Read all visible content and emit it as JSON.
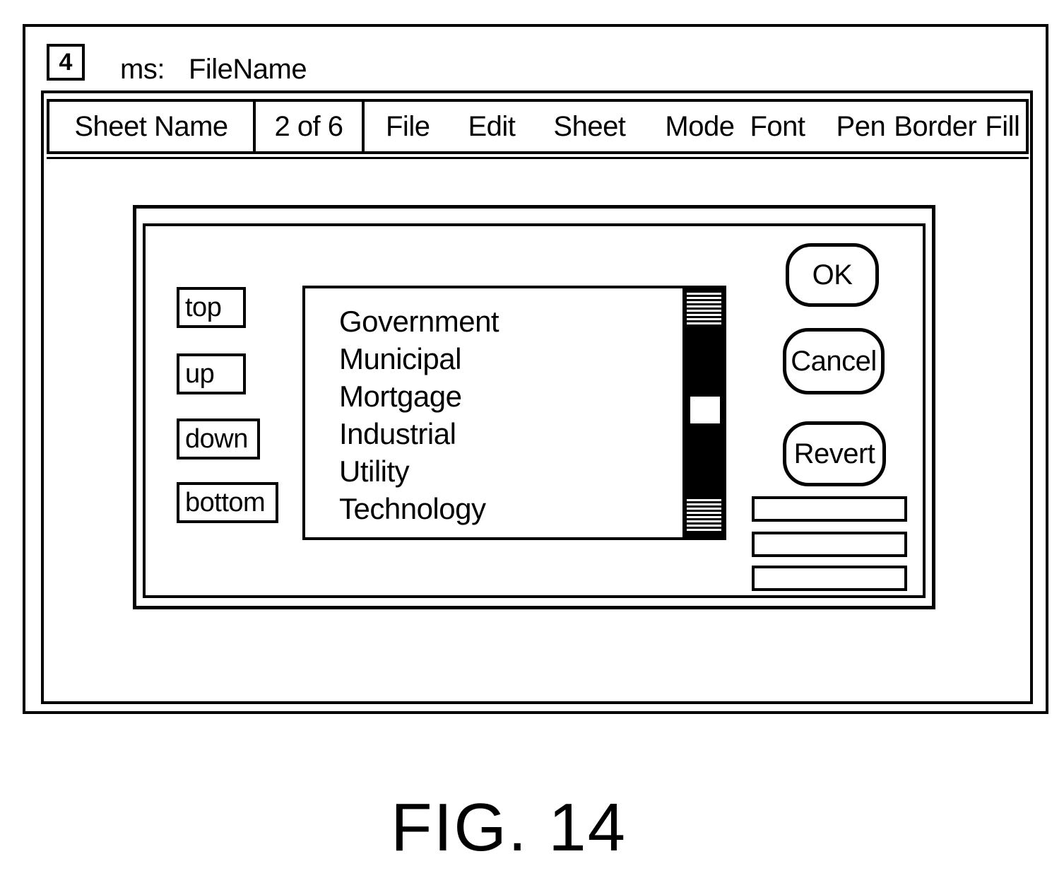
{
  "window": {
    "number": "4",
    "prefix": "ms:",
    "file_name": "FileName"
  },
  "menu_bar": {
    "sheet_name": "Sheet Name",
    "page_indicator": "2 of 6",
    "items": [
      "File",
      "Edit",
      "Sheet",
      "Mode",
      "Font",
      "Pen",
      "Border",
      "Fill"
    ]
  },
  "dialog": {
    "order_buttons": {
      "top": "top",
      "up": "up",
      "down": "down",
      "bottom": "bottom"
    },
    "list_items": [
      "Government",
      "Municipal",
      "Mortgage",
      "Industrial",
      "Utility",
      "Technology"
    ],
    "scroll_position": 0.48,
    "action_buttons": {
      "ok": "OK",
      "cancel": "Cancel",
      "revert": "Revert"
    },
    "fields": [
      "",
      "",
      ""
    ]
  },
  "caption": "FIG. 14"
}
